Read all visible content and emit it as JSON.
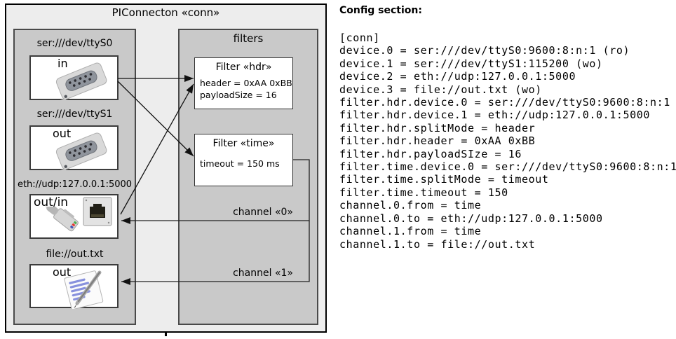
{
  "diagram": {
    "title": "PIConnecton «conn»",
    "filters_title": "filters",
    "devices": [
      {
        "label": "ser:///dev/ttyS0",
        "direction": "in",
        "icon": "serial-connector-icon"
      },
      {
        "label": "ser:///dev/ttyS1",
        "direction": "out",
        "icon": "serial-connector-icon"
      },
      {
        "label": "eth://udp:127.0.0.1:5000",
        "direction": "out/in",
        "icon": "ethernet-jack-icon"
      },
      {
        "label": "file://out.txt",
        "direction": "out",
        "icon": "notepad-pen-icon"
      }
    ],
    "filters": [
      {
        "title": "Filter «hdr»",
        "attr1": "header = 0xAA 0xBB",
        "attr2": "payloadSize = 16"
      },
      {
        "title": "Filter «time»",
        "attr1": "timeout = 150 ms",
        "attr2": ""
      }
    ],
    "channels": [
      {
        "label": "channel «0»"
      },
      {
        "label": "channel «1»"
      }
    ]
  },
  "config": {
    "heading": "Config section:",
    "lines": [
      "[conn]",
      "device.0 = ser:///dev/ttyS0:9600:8:n:1 (ro)",
      "device.1 = ser:///dev/ttyS1:115200 (wo)",
      "device.2 = eth://udp:127.0.0.1:5000",
      "device.3 = file://out.txt (wo)",
      "filter.hdr.device.0 = ser:///dev/ttyS0:9600:8:n:1",
      "filter.hdr.device.1 = eth://udp:127.0.0.1:5000",
      "filter.hdr.splitMode = header",
      "filter.hdr.header = 0xAA 0xBB",
      "filter.hdr.payloadSIze = 16",
      "filter.time.device.0 = ser:///dev/ttyS0:9600:8:n:1",
      "filter.time.splitMode = timeout",
      "filter.time.timeout = 150",
      "channel.0.from = time",
      "channel.0.to = eth://udp:127.0.0.1:5000",
      "channel.1.from = time",
      "channel.1.to = file://out.txt"
    ]
  },
  "colors": {
    "outer_fill": "#ededed",
    "panel_fill": "#c9c9c9",
    "panel_border": "#4a4a4a",
    "line_color": "#111111"
  }
}
